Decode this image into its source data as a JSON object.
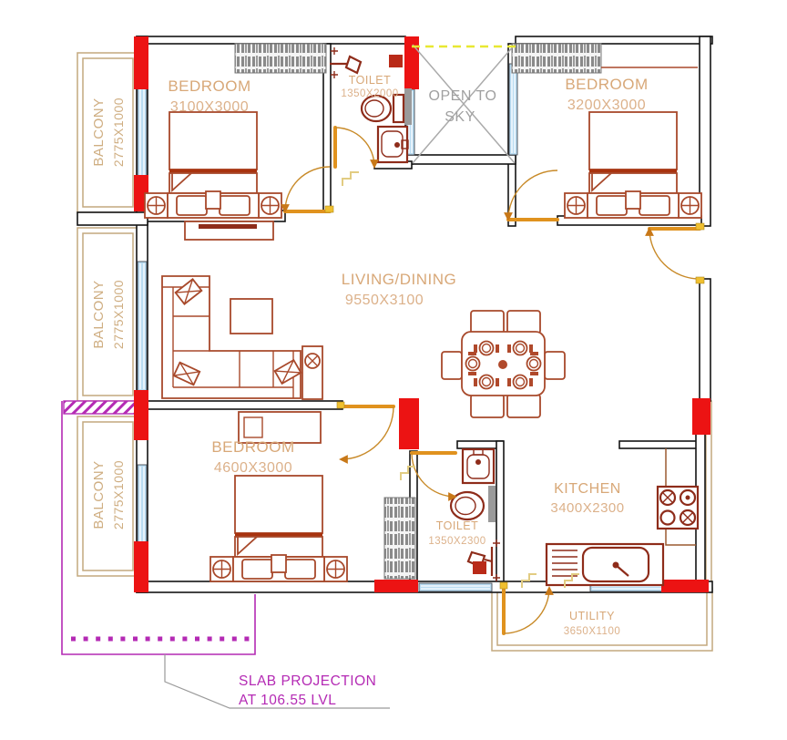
{
  "rooms": {
    "bedroom_top_left": {
      "name": "BEDROOM",
      "dims": "3100X3000"
    },
    "toilet_top": {
      "name": "TOILET",
      "dims": "1350X2000"
    },
    "open_to_sky": {
      "line1": "OPEN TO",
      "line2": "SKY"
    },
    "bedroom_top_right": {
      "name": "BEDROOM",
      "dims": "3200X3000"
    },
    "living_dining": {
      "name": "LIVING/DINING",
      "dims": "9550X3100"
    },
    "bedroom_bottom": {
      "name": "BEDROOM",
      "dims": "4600X3000"
    },
    "toilet_bottom": {
      "name": "TOILET",
      "dims": "1350X2300"
    },
    "kitchen": {
      "name": "KITCHEN",
      "dims": "3400X2300"
    },
    "utility": {
      "name": "UTILITY",
      "dims": "3650X1100"
    }
  },
  "balconies": [
    {
      "name": "BALCONY",
      "dims": "2775X1000"
    },
    {
      "name": "BALCONY",
      "dims": "2775X1000"
    },
    {
      "name": "BALCONY",
      "dims": "2775X1000"
    }
  ],
  "annotations": {
    "slab_projection_line1": "SLAB PROJECTION",
    "slab_projection_line2": "AT 106.55 LVL"
  },
  "colors": {
    "wall": "#141414",
    "column_red": "#ec1313",
    "window_blue": "#b9dcf2",
    "door_orange": "#e0921e",
    "furniture_brown": "#a8492b",
    "fixture_dark_red": "#8e2c1a",
    "label_tan": "#d8a878",
    "balcony_outline_tan": "#c3a87e",
    "open_sky_gray": "#a0a0a0",
    "slab_magenta": "#b42ab4",
    "wardrobe_gray": "#8a8a8a",
    "dashed_yellow": "#e8e832"
  }
}
